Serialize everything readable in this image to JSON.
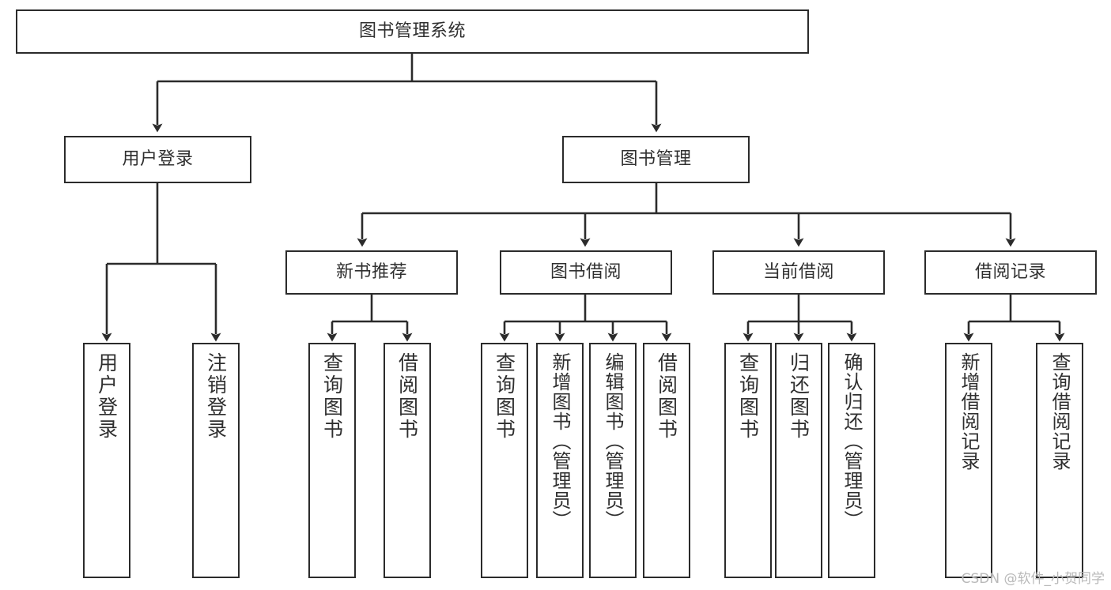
{
  "diagram": {
    "type": "tree",
    "title": "图书管理系统",
    "watermark": "CSDN @软件_小贺同学",
    "colors": {
      "box_border": "#2b2b2b",
      "box_fill": "#ffffff",
      "edge": "#2b2b2b",
      "text": "#2f2f2f",
      "watermark": "#b9b9b9",
      "background": "#ffffff"
    },
    "root": {
      "label": "图书管理系统"
    },
    "level1": [
      {
        "label": "用户登录"
      },
      {
        "label": "图书管理"
      }
    ],
    "level2": [
      {
        "label": "新书推荐"
      },
      {
        "label": "图书借阅"
      },
      {
        "label": "当前借阅"
      },
      {
        "label": "借阅记录"
      }
    ],
    "leaves": {
      "user_login": [
        {
          "label": "用户登录"
        },
        {
          "label": "注销登录"
        }
      ],
      "new_book_recommend": [
        {
          "label": "查询图书"
        },
        {
          "label": "借阅图书"
        }
      ],
      "book_borrow": [
        {
          "label": "查询图书"
        },
        {
          "label": "新增图书（管理员）"
        },
        {
          "label": "编辑图书（管理员）"
        },
        {
          "label": "借阅图书"
        }
      ],
      "current_borrow": [
        {
          "label": "查询图书"
        },
        {
          "label": "归还图书"
        },
        {
          "label": "确认归还（管理员）"
        }
      ],
      "borrow_record": [
        {
          "label": "新增借阅记录"
        },
        {
          "label": "查询借阅记录"
        }
      ]
    }
  }
}
